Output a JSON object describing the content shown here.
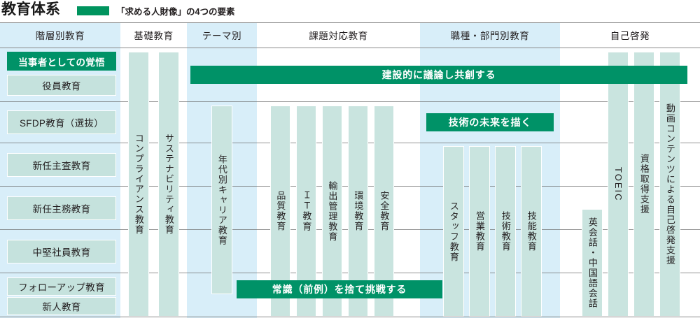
{
  "header": {
    "title": "教育体系",
    "legend_label": "「求める人財像」の4つの要素",
    "legend_color": "#00945e"
  },
  "colors": {
    "green": "#009267",
    "pill": "#c5e2dd",
    "bar": "#c9e4df",
    "band_tint": "#d8eef9",
    "rule": "#8a8a8a"
  },
  "columns": [
    {
      "label": "階層別教育",
      "tint": true
    },
    {
      "label": "基礎教育",
      "tint": false
    },
    {
      "label": "テーマ別",
      "tint": true
    },
    {
      "label": "課題対応教育",
      "tint": false
    },
    {
      "label": "職種・部門別教育",
      "tint": true
    },
    {
      "label": "自己啓発",
      "tint": false
    }
  ],
  "hierarchy_items": [
    {
      "label": "当事者としての覚悟",
      "style": "green"
    },
    {
      "label": "役員教育",
      "style": "pill"
    },
    {
      "label": "SFDP教育（選抜）",
      "style": "pill"
    },
    {
      "label": "新任主査教育",
      "style": "pill"
    },
    {
      "label": "新任主務教育",
      "style": "pill"
    },
    {
      "label": "中堅社員教育",
      "style": "pill"
    },
    {
      "label": "フォローアップ教育",
      "style": "pill"
    },
    {
      "label": "新人教育",
      "style": "pill"
    }
  ],
  "basic_education": [
    {
      "label": "コンプライアンス教育"
    },
    {
      "label": "サステナビリティ教育"
    }
  ],
  "theme_education": [
    {
      "label": "年代別キャリア教育"
    }
  ],
  "issue_education": [
    {
      "label": "品質教育"
    },
    {
      "label": "ＩＴ教育"
    },
    {
      "label": "輸出管理教育"
    },
    {
      "label": "環境教育"
    },
    {
      "label": "安全教育"
    }
  ],
  "department_education": [
    {
      "label": "スタッフ教育"
    },
    {
      "label": "営業教育"
    },
    {
      "label": "技術教育"
    },
    {
      "label": "技能教育"
    }
  ],
  "self_development": [
    {
      "label": "英会話・中国語会話"
    },
    {
      "label": "TOEIC"
    },
    {
      "label": "資格取得支援"
    },
    {
      "label": "動画コンテンツによる自己啓発支援"
    }
  ],
  "banners": [
    {
      "label": "建設的に議論し共創する"
    },
    {
      "label": "技術の未来を描く"
    },
    {
      "label": "常識（前例）を捨て挑戦する"
    }
  ]
}
